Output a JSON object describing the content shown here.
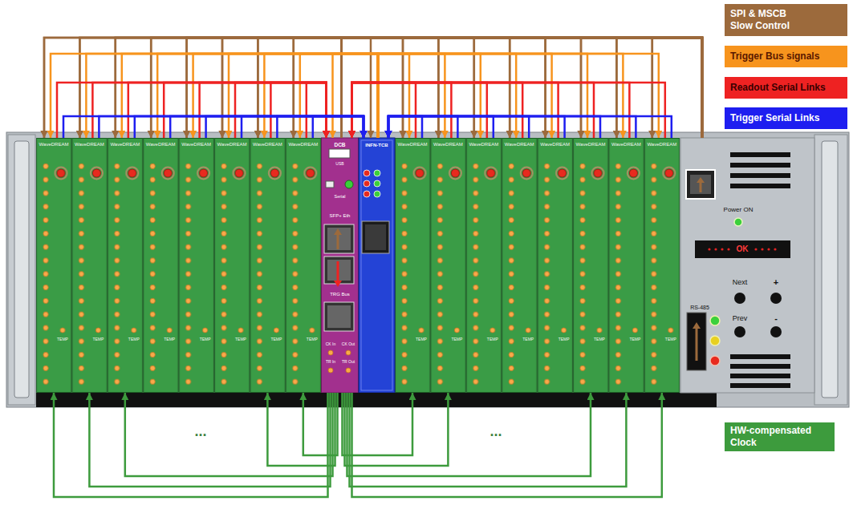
{
  "diagram": {
    "nodes": [
      {
        "text": [
          "WaveDREAM",
          "TEMP"
        ]
      },
      {
        "text": [
          "WaveDREAM",
          "TEMP"
        ]
      },
      {
        "text": [
          "WaveDREAM",
          "TEMP"
        ]
      },
      {
        "text": [
          "WaveDREAM",
          "TEMP"
        ]
      },
      {
        "text": [
          "WaveDREAM",
          "TEMP"
        ]
      },
      {
        "text": [
          "WaveDREAM",
          "TEMP"
        ]
      },
      {
        "text": [
          "WaveDREAM",
          "TEMP"
        ]
      },
      {
        "text": [
          "WaveDREAM",
          "TEMP"
        ]
      },
      {
        "text": [
          "DCB",
          "USB",
          "Serial",
          "SFP+ Eth",
          "TRG Bus",
          "CK In",
          "CK Out",
          "TR In",
          "TR Out"
        ]
      },
      {
        "text": [
          "INFN-TCB"
        ]
      },
      {
        "text": [
          "WaveDREAM",
          "TEMP"
        ]
      },
      {
        "text": [
          "WaveDREAM",
          "TEMP"
        ]
      },
      {
        "text": [
          "WaveDREAM",
          "TEMP"
        ]
      },
      {
        "text": [
          "WaveDREAM",
          "TEMP"
        ]
      },
      {
        "text": [
          "WaveDREAM",
          "TEMP"
        ]
      },
      {
        "text": [
          "WaveDREAM",
          "TEMP"
        ]
      },
      {
        "text": [
          "WaveDREAM",
          "TEMP"
        ]
      },
      {
        "text": [
          "WaveDREAM",
          "TEMP"
        ]
      },
      {
        "text": [
          "Power ON",
          "OK",
          "Next",
          "+",
          "Prev",
          "-",
          "RS-485"
        ]
      }
    ],
    "edges": [
      {
        "from": 8,
        "to": 0,
        "arrow": "to"
      },
      {
        "from": 8,
        "to": 1,
        "arrow": "to"
      },
      {
        "from": 8,
        "to": 2,
        "arrow": "to"
      },
      {
        "from": 8,
        "to": 3,
        "arrow": "to"
      },
      {
        "from": 8,
        "to": 4,
        "arrow": "to"
      },
      {
        "from": 8,
        "to": 5,
        "arrow": "to"
      },
      {
        "from": 8,
        "to": 6,
        "arrow": "to"
      },
      {
        "from": 8,
        "to": 7,
        "arrow": "to"
      },
      {
        "from": 8,
        "to": 10,
        "arrow": "to"
      },
      {
        "from": 8,
        "to": 11,
        "arrow": "to"
      },
      {
        "from": 8,
        "to": 12,
        "arrow": "to"
      },
      {
        "from": 8,
        "to": 13,
        "arrow": "to"
      },
      {
        "from": 8,
        "to": 14,
        "arrow": "to"
      },
      {
        "from": 8,
        "to": 15,
        "arrow": "to"
      },
      {
        "from": 8,
        "to": 16,
        "arrow": "to"
      },
      {
        "from": 8,
        "to": 17,
        "arrow": "to"
      },
      {
        "from": 8,
        "to": 9,
        "arrow": "to"
      },
      {
        "from": 18,
        "to": 0,
        "arrow": "to"
      },
      {
        "from": 18,
        "to": 1,
        "arrow": "to"
      },
      {
        "from": 18,
        "to": 2,
        "arrow": "to"
      },
      {
        "from": 18,
        "to": 3,
        "arrow": "to"
      },
      {
        "from": 18,
        "to": 4,
        "arrow": "to"
      },
      {
        "from": 18,
        "to": 5,
        "arrow": "to"
      },
      {
        "from": 18,
        "to": 6,
        "arrow": "to"
      },
      {
        "from": 18,
        "to": 7,
        "arrow": "to"
      },
      {
        "from": 18,
        "to": 10,
        "arrow": "to"
      },
      {
        "from": 18,
        "to": 11,
        "arrow": "to"
      },
      {
        "from": 18,
        "to": 12,
        "arrow": "to"
      },
      {
        "from": 18,
        "to": 13,
        "arrow": "to"
      },
      {
        "from": 18,
        "to": 14,
        "arrow": "to"
      },
      {
        "from": 18,
        "to": 15,
        "arrow": "to"
      },
      {
        "from": 18,
        "to": 16,
        "arrow": "to"
      },
      {
        "from": 18,
        "to": 17,
        "arrow": "to"
      },
      {
        "from": 9,
        "to": 0,
        "arrow": "to"
      },
      {
        "from": 9,
        "to": 1,
        "arrow": "to"
      },
      {
        "from": 9,
        "to": 2,
        "arrow": "to"
      },
      {
        "from": 9,
        "to": 3,
        "arrow": "to"
      },
      {
        "from": 9,
        "to": 4,
        "arrow": "to"
      },
      {
        "from": 9,
        "to": 5,
        "arrow": "to"
      },
      {
        "from": 9,
        "to": 6,
        "arrow": "to"
      },
      {
        "from": 9,
        "to": 7,
        "arrow": "to"
      },
      {
        "from": 9,
        "to": 10,
        "arrow": "to"
      },
      {
        "from": 9,
        "to": 11,
        "arrow": "to"
      },
      {
        "from": 9,
        "to": 12,
        "arrow": "to"
      },
      {
        "from": 9,
        "to": 13,
        "arrow": "to"
      },
      {
        "from": 9,
        "to": 14,
        "arrow": "to"
      },
      {
        "from": 9,
        "to": 15,
        "arrow": "to"
      },
      {
        "from": 9,
        "to": 16,
        "arrow": "to"
      },
      {
        "from": 9,
        "to": 17,
        "arrow": "to"
      },
      {
        "from": 9,
        "to": 8,
        "arrow": "to"
      },
      {
        "from": 0,
        "to": 8,
        "arrow": "to"
      },
      {
        "from": 1,
        "to": 8,
        "arrow": "to"
      },
      {
        "from": 2,
        "to": 8,
        "arrow": "to"
      },
      {
        "from": 3,
        "to": 8,
        "arrow": "to"
      },
      {
        "from": 4,
        "to": 8,
        "arrow": "to"
      },
      {
        "from": 5,
        "to": 8,
        "arrow": "to"
      },
      {
        "from": 6,
        "to": 8,
        "arrow": "to"
      },
      {
        "from": 7,
        "to": 8,
        "arrow": "to"
      },
      {
        "from": 10,
        "to": 8,
        "arrow": "to"
      },
      {
        "from": 11,
        "to": 8,
        "arrow": "to"
      },
      {
        "from": 12,
        "to": 8,
        "arrow": "to"
      },
      {
        "from": 13,
        "to": 8,
        "arrow": "to"
      },
      {
        "from": 14,
        "to": 8,
        "arrow": "to"
      },
      {
        "from": 15,
        "to": 8,
        "arrow": "to"
      },
      {
        "from": 16,
        "to": 8,
        "arrow": "to"
      },
      {
        "from": 17,
        "to": 8,
        "arrow": "to"
      },
      {
        "from": 0,
        "to": 9,
        "arrow": "to"
      },
      {
        "from": 1,
        "to": 9,
        "arrow": "to"
      },
      {
        "from": 2,
        "to": 9,
        "arrow": "to"
      },
      {
        "from": 3,
        "to": 9,
        "arrow": "to"
      },
      {
        "from": 4,
        "to": 9,
        "arrow": "to"
      },
      {
        "from": 5,
        "to": 9,
        "arrow": "to"
      },
      {
        "from": 6,
        "to": 9,
        "arrow": "to"
      },
      {
        "from": 7,
        "to": 9,
        "arrow": "to"
      },
      {
        "from": 10,
        "to": 9,
        "arrow": "to"
      },
      {
        "from": 11,
        "to": 9,
        "arrow": "to"
      },
      {
        "from": 12,
        "to": 9,
        "arrow": "to"
      },
      {
        "from": 13,
        "to": 9,
        "arrow": "to"
      },
      {
        "from": 14,
        "to": 9,
        "arrow": "to"
      },
      {
        "from": 15,
        "to": 9,
        "arrow": "to"
      },
      {
        "from": 16,
        "to": 9,
        "arrow": "to"
      },
      {
        "from": 17,
        "to": 9,
        "arrow": "to"
      },
      {
        "from": 8,
        "to": 0,
        "arrow": "to"
      },
      {
        "from": 8,
        "to": 1,
        "arrow": "to"
      },
      {
        "from": 8,
        "to": 2,
        "arrow": "to"
      },
      {
        "from": 8,
        "to": 6,
        "arrow": "to"
      },
      {
        "from": 8,
        "to": 7,
        "arrow": "to"
      },
      {
        "from": 8,
        "to": 10,
        "arrow": "to"
      },
      {
        "from": 8,
        "to": 11,
        "arrow": "to"
      },
      {
        "from": 8,
        "to": 15,
        "arrow": "to"
      },
      {
        "from": 8,
        "to": 16,
        "arrow": "to"
      },
      {
        "from": 8,
        "to": 17,
        "arrow": "to"
      }
    ],
    "labels": [
      "...",
      "..."
    ],
    "legend": [
      {
        "text": "SPI & MSCB Slow Control",
        "color": "#9c6a3c"
      },
      {
        "text": "Trigger Bus signals",
        "color": "#f7941d"
      },
      {
        "text": "Readout Serial Links",
        "color": "#ee2222"
      },
      {
        "text": "Trigger Serial Links",
        "color": "#1e1ef0"
      },
      {
        "text": "HW-compensated Clock",
        "color": "#3d9b3d"
      }
    ]
  }
}
